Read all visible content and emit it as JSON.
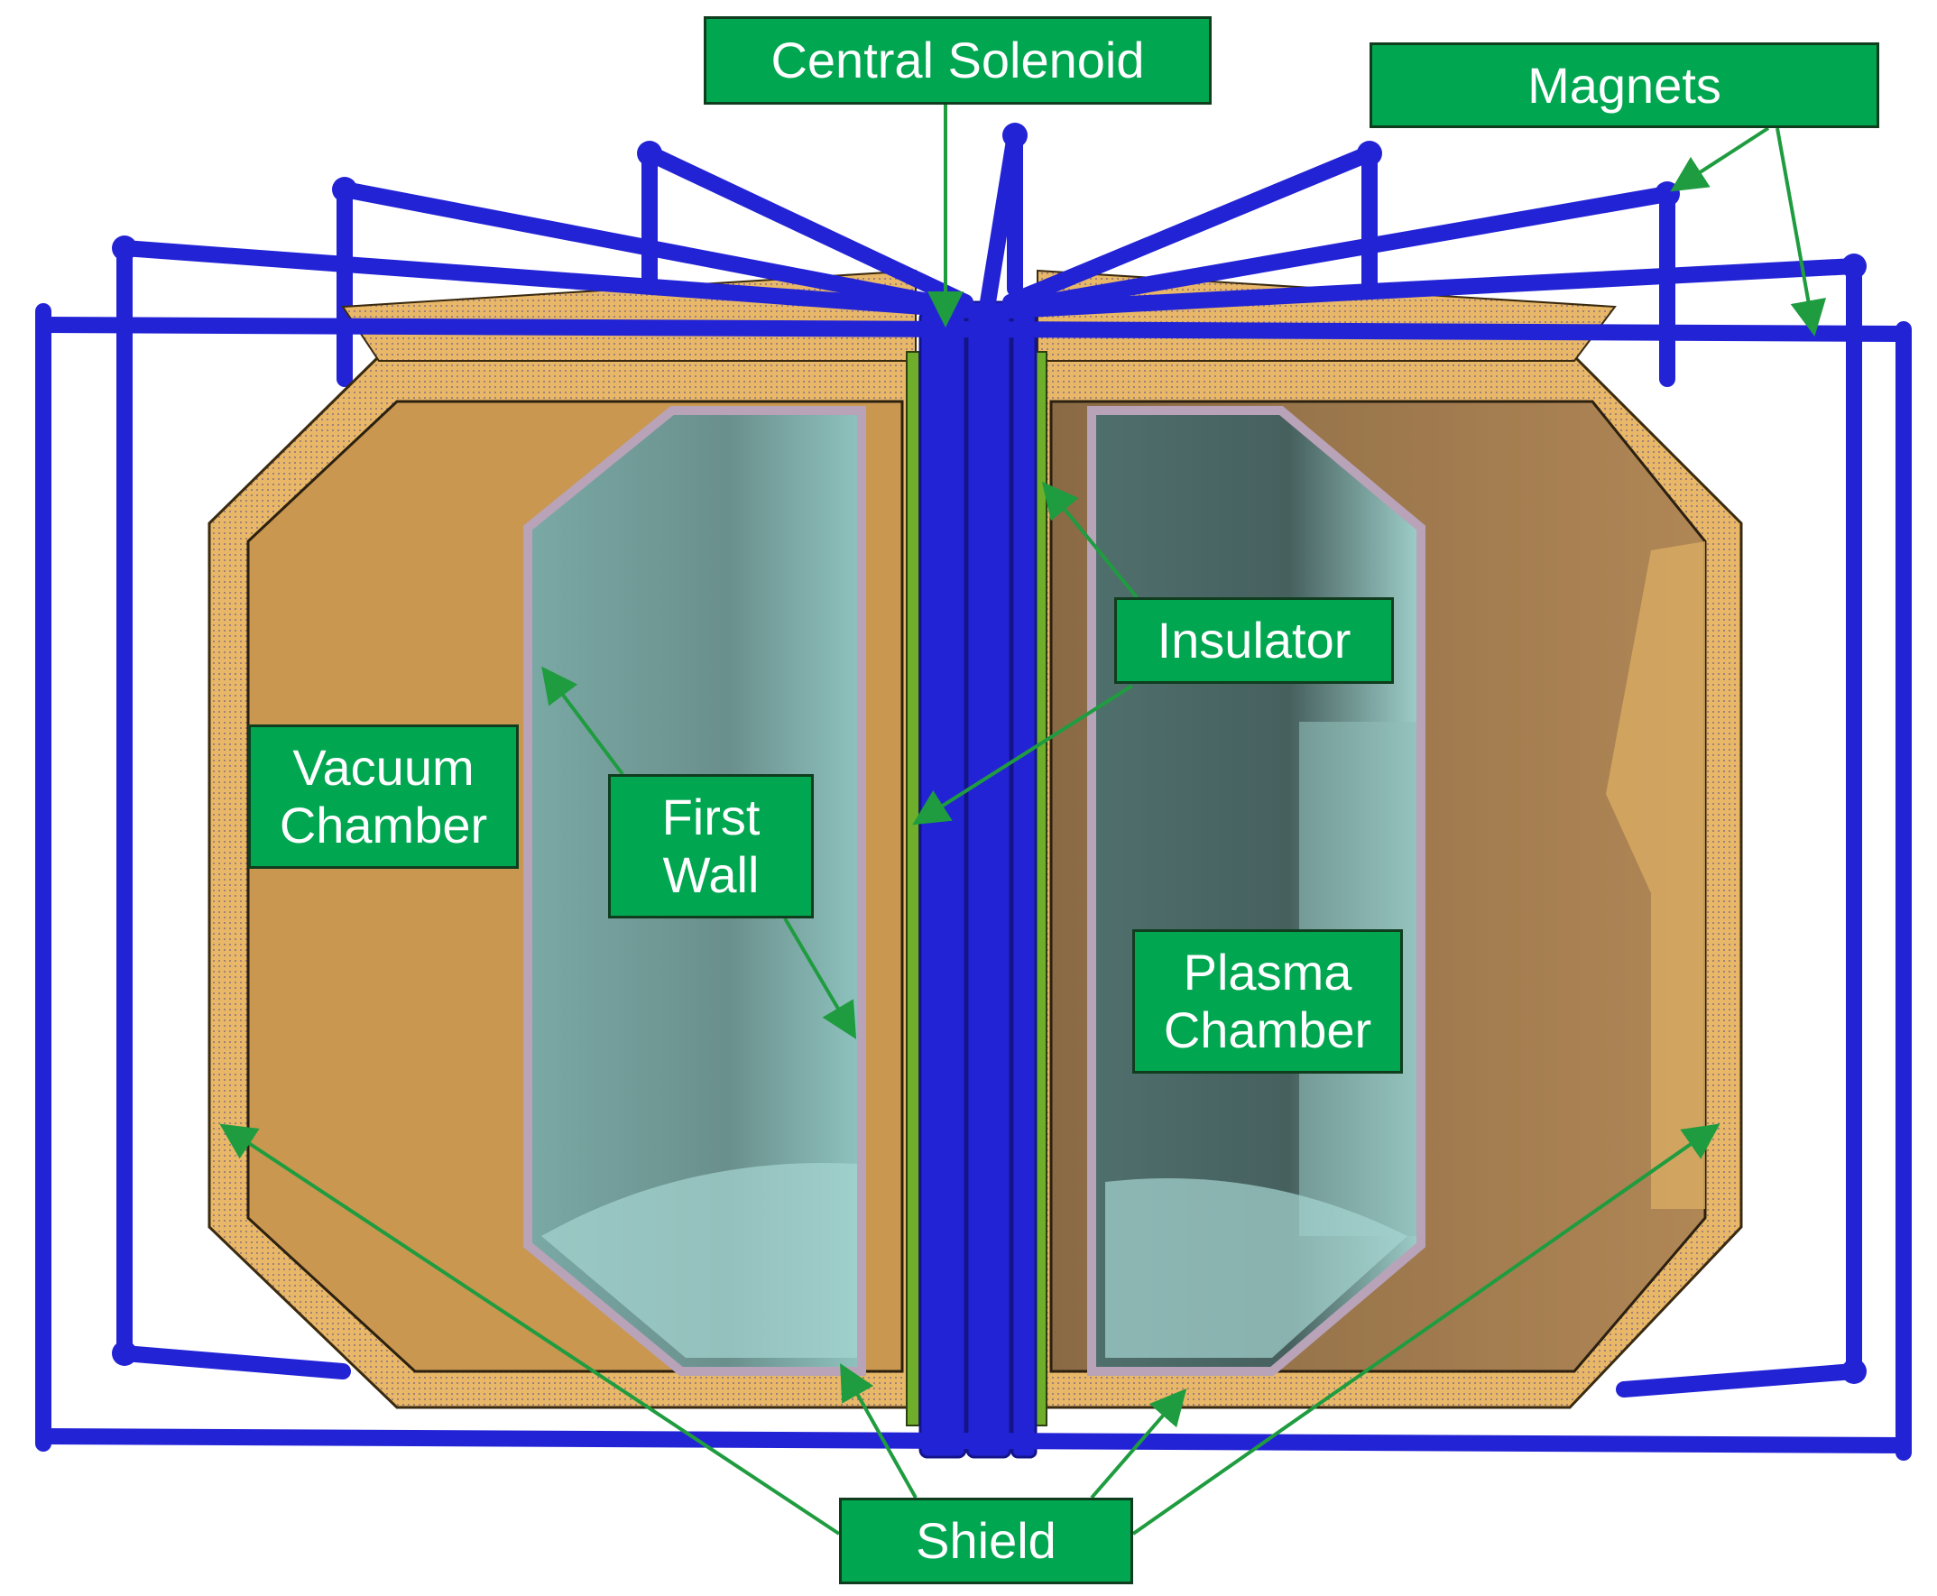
{
  "labels": {
    "central_solenoid": "Central Solenoid",
    "magnets": "Magnets",
    "insulator": "Insulator",
    "vacuum_chamber": "Vacuum\nChamber",
    "first_wall": "First\nWall",
    "plasma_chamber": "Plasma\nChamber",
    "shield": "Shield"
  },
  "colors": {
    "label_fill": "#00a650",
    "label_border": "#0f3d1e",
    "arrow": "#1f9c3f",
    "magnet": "#2323d6",
    "shield": "#e8b868",
    "shield_inner": "#c9974f",
    "first_wall_face": "#6f9c98",
    "first_wall_light": "#a7d4d0",
    "insulator": "#6fae2a"
  }
}
